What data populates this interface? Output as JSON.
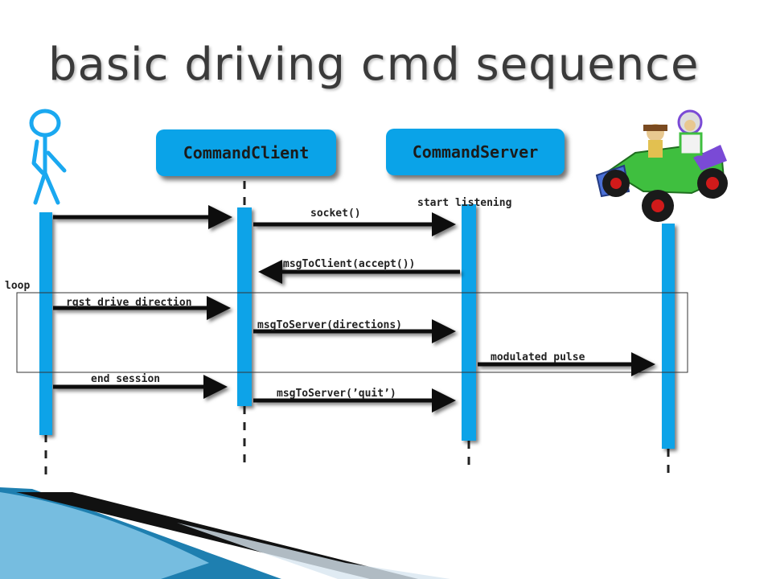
{
  "slide": {
    "title": "basic driving cmd sequence"
  },
  "participants": {
    "client": "CommandClient",
    "server": "CommandServer"
  },
  "fragment": {
    "label": "loop"
  },
  "messages": {
    "start_listening": "start listening",
    "socket": "socket()",
    "accept": "msgToClient(accept())",
    "drive_direction": "rqst drive direction",
    "directions": "msgToServer(directions)",
    "pulse": "modulated pulse",
    "end_session": "end session",
    "quit": "msgToServer(’quit’)"
  },
  "colors": {
    "lifeline": "#0aa3e8",
    "arrow": "#111111",
    "title": "#3a3a3a"
  }
}
